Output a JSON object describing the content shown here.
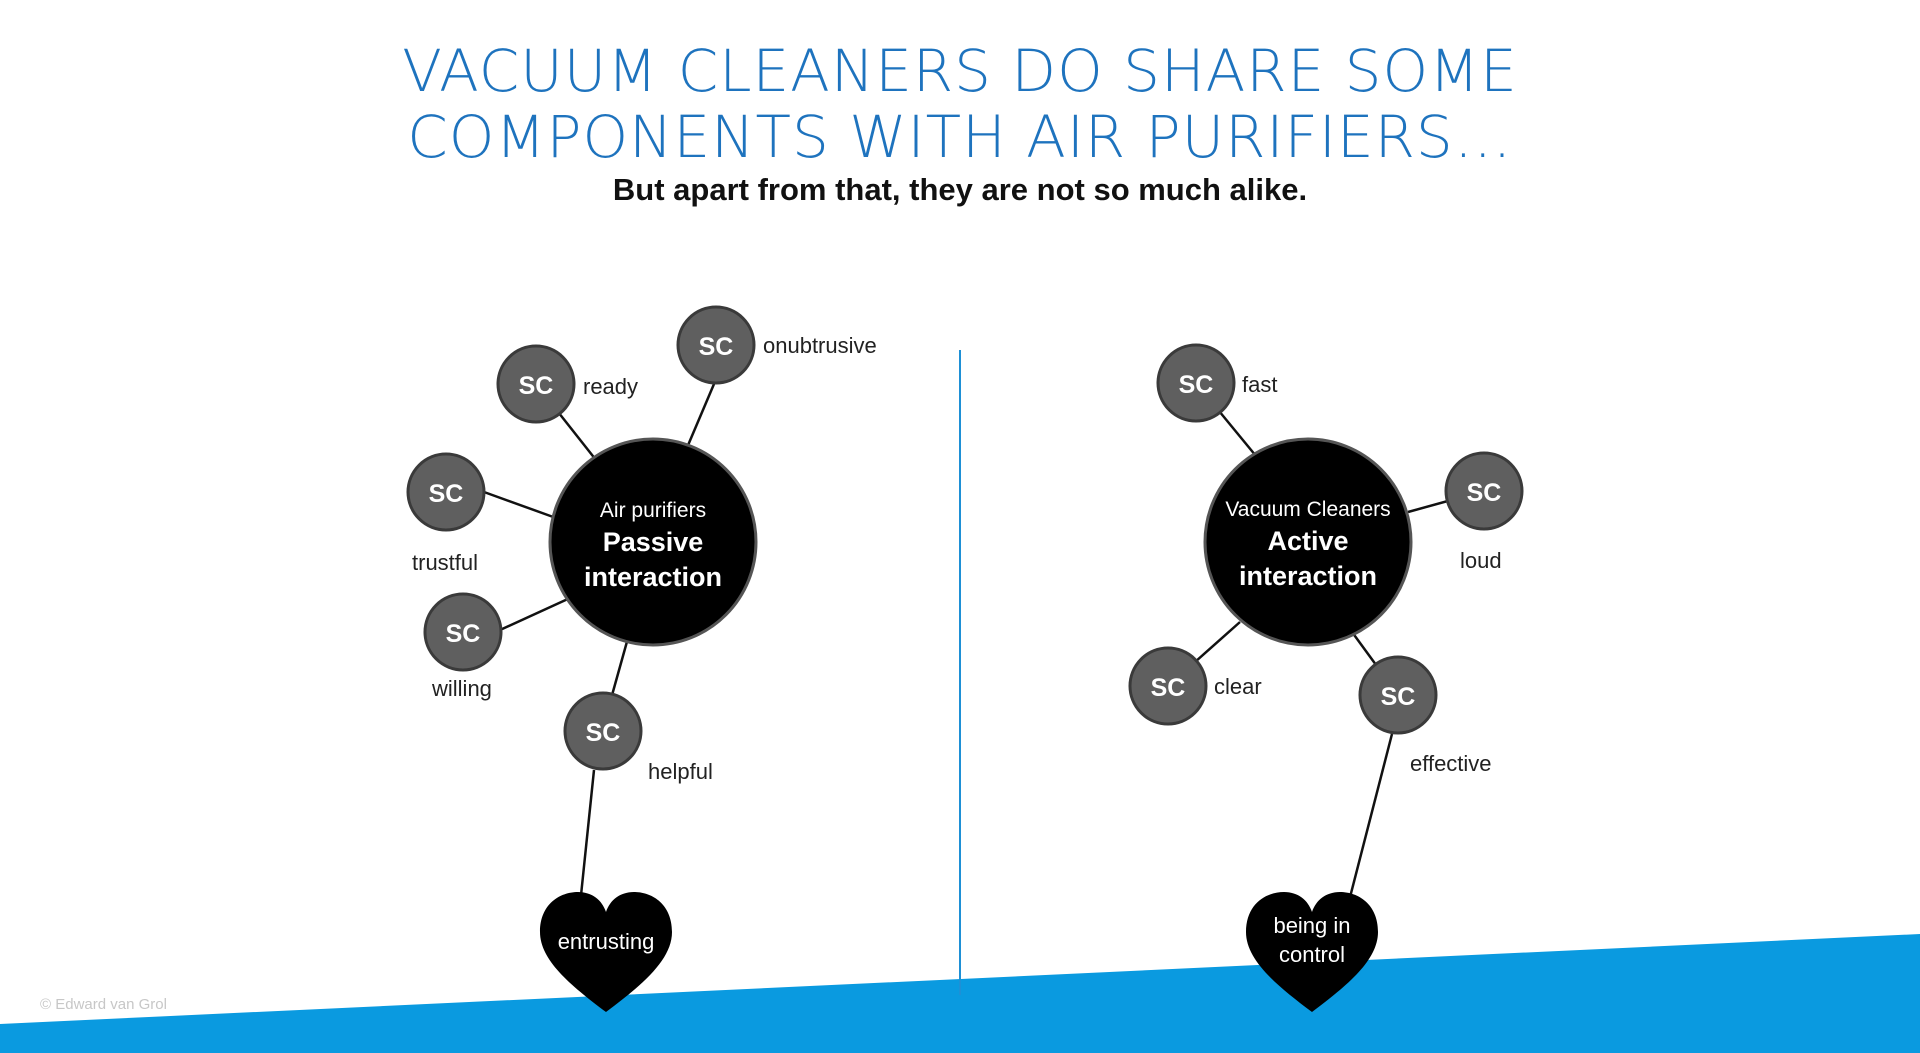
{
  "header": {
    "title_line1": "VACUUM CLEANERS DO SHARE SOME",
    "title_line2": "COMPONENTS WITH AIR PURIFIERS…",
    "subtitle": "But apart from that, they are not so much alike."
  },
  "footer": {
    "copyright": "© Edward van Grol"
  },
  "colors": {
    "title": "#1e73be",
    "divider": "#1e90d6",
    "band": "#0a9ae0",
    "hub": "#000000",
    "node_fill": "#5f5f5f",
    "node_border": "#3a3a3a",
    "heart": "#000000",
    "node_label": "#222222"
  },
  "diagrams": [
    {
      "id": "air-purifiers",
      "hub": {
        "line1": "Air purifiers",
        "line2": "Passive",
        "line3": "interaction"
      },
      "nodes": [
        {
          "text": "SC",
          "label": "ready"
        },
        {
          "text": "SC",
          "label": "onubtrusive"
        },
        {
          "text": "SC",
          "label": "trustful"
        },
        {
          "text": "SC",
          "label": "willing"
        },
        {
          "text": "SC",
          "label": "helpful"
        }
      ],
      "heart": {
        "line1": "entrusting",
        "line2": ""
      }
    },
    {
      "id": "vacuum-cleaners",
      "hub": {
        "line1": "Vacuum Cleaners",
        "line2": "Active",
        "line3": "interaction"
      },
      "nodes": [
        {
          "text": "SC",
          "label": "fast"
        },
        {
          "text": "SC",
          "label": "loud"
        },
        {
          "text": "SC",
          "label": "clear"
        },
        {
          "text": "SC",
          "label": "effective"
        }
      ],
      "heart": {
        "line1": "being in",
        "line2": "control"
      }
    }
  ]
}
